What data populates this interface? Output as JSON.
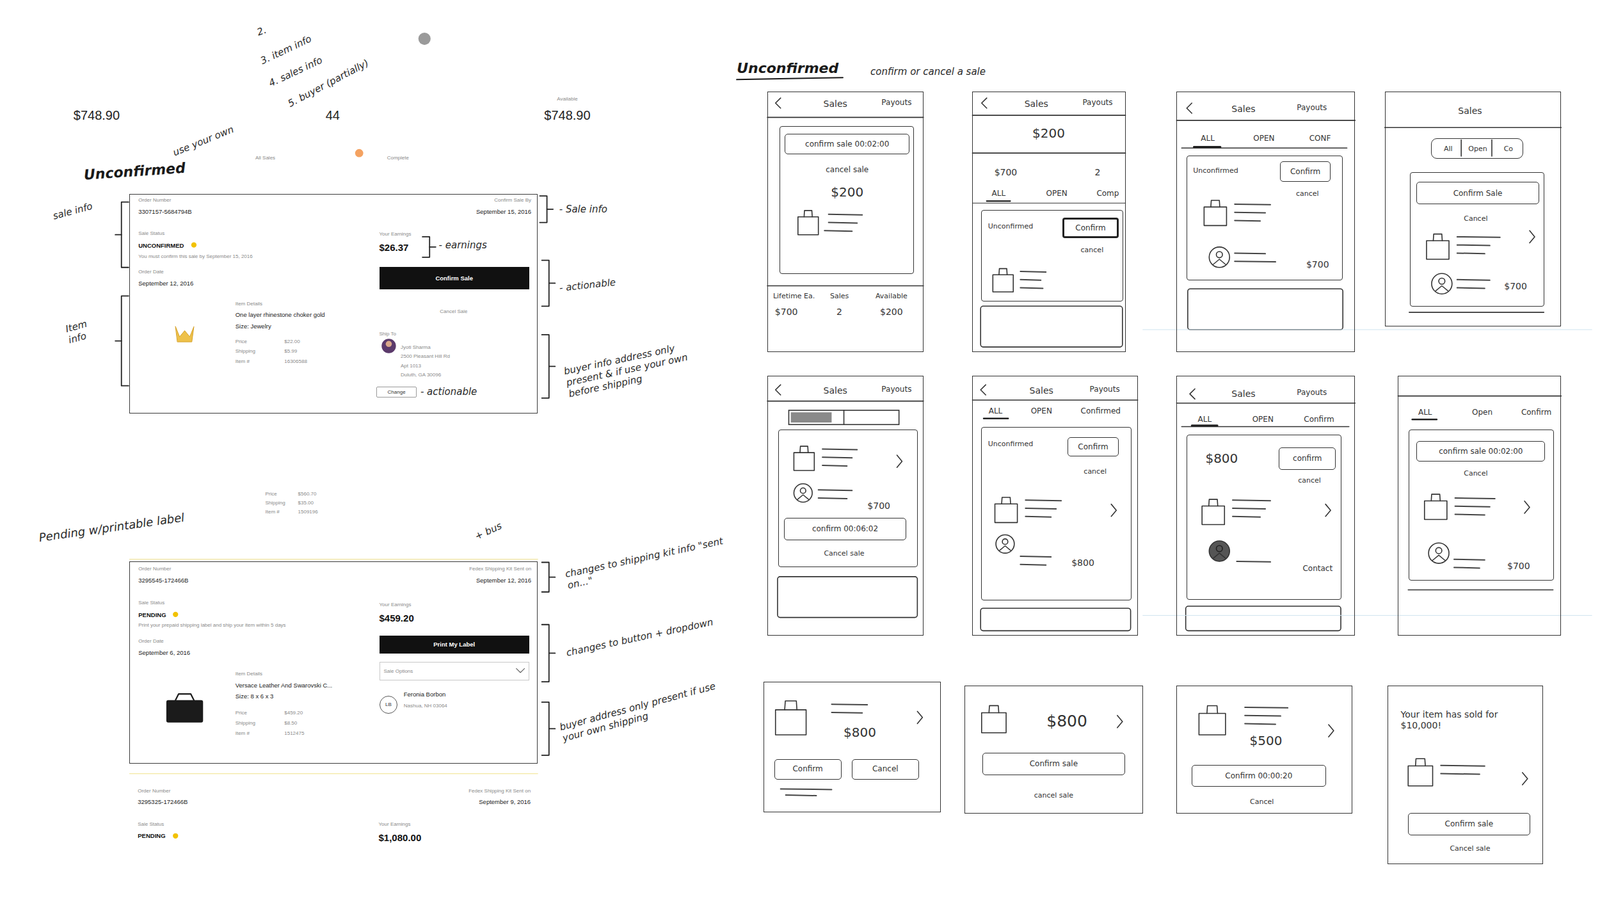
{
  "diagram": {
    "nodes": [
      {
        "text": [
          "Order Number",
          "3307157-5684794B",
          "Confirm Sale By",
          "September 15, 2016",
          "Sale Status",
          "UNCONFIRMED",
          "You must confirm this sale by September 15, 2016",
          "Order Date",
          "September 12, 2016",
          "Your Earnings",
          "$26.37",
          "Item Details",
          "One layer rhinestone choker gold",
          "Size: Jewelry",
          "Price",
          "$22.00",
          "Shipping",
          "$5.99",
          "Item #",
          "16306588",
          "Ship To",
          "Jyoti Sharma",
          "2500 Pleasant Hill Rd",
          "Apt 1013",
          "Duluth, GA 30096",
          "Cancel Sale"
        ]
      },
      {
        "text": [
          "Confirm Sale"
        ],
        "in": 0
      },
      {
        "text": [
          "Change"
        ],
        "in": 0
      },
      {
        "text": [
          "Order Number",
          "3295545-172466B",
          "Fedex Shipping Kit Sent on",
          "September 12, 2016",
          "Sale Status",
          "PENDING",
          "Print your prepaid shipping label and ship your item within 5 days",
          "Order Date",
          "September 6, 2016",
          "Your Earnings",
          "$459.20",
          "Item Details",
          "Versace Leather And Swarovski C...",
          "Size: 8 x 6 x 3",
          "Price",
          "$459.20",
          "Shipping",
          "$8.50",
          "Item #",
          "1512475",
          "Feronia Borbon",
          "Nashua, NH 03064"
        ]
      },
      {
        "text": [
          "Print My Label"
        ],
        "in": 3
      },
      {
        "text": [
          "Sale Options"
        ],
        "in": 3
      },
      {
        "text": [
          "LB"
        ],
        "in": 3
      },
      {
        "text": [
          "Sales",
          "Payouts",
          "Lifetime Ea.",
          "Sales",
          "Available",
          "$700",
          "2",
          "$200"
        ]
      },
      {
        "text": [
          "cancel sale",
          "$200"
        ],
        "in": 7
      },
      {
        "text": [
          "confirm sale 00:02:00"
        ],
        "in": 8
      },
      {
        "text": [
          "Sales",
          "Payouts",
          "$200",
          "$700",
          "2",
          "ALL",
          "OPEN",
          "Comp"
        ]
      },
      {
        "text": [
          "Unconfirmed",
          "cancel"
        ],
        "in": 10
      },
      {
        "text": [
          "Confirm"
        ],
        "in": 11
      },
      {
        "text": [
          "Sales",
          "Payouts",
          "ALL",
          "OPEN",
          "CONF"
        ]
      },
      {
        "text": [
          "Unconfirmed",
          "cancel",
          "$700"
        ],
        "in": 13
      },
      {
        "text": [
          "Confirm"
        ],
        "in": 14
      },
      {
        "text": [
          "Sales"
        ]
      },
      {
        "text": [
          "All",
          "Open",
          "Co"
        ],
        "in": 16
      },
      {
        "text": [
          "Cancel",
          "$700"
        ],
        "in": 16
      },
      {
        "text": [
          "Confirm Sale"
        ],
        "in": 18
      },
      {
        "text": [
          "Sales",
          "Payouts"
        ]
      },
      {
        "text": [
          "$700",
          "Cancel sale"
        ],
        "in": 20
      },
      {
        "text": [
          "confirm 00:06:02"
        ],
        "in": 21
      },
      {
        "text": [
          "Sales",
          "Payouts",
          "ALL",
          "OPEN",
          "Confirmed"
        ]
      },
      {
        "text": [
          "Unconfirmed",
          "cancel",
          "$800"
        ],
        "in": 23
      },
      {
        "text": [
          "Confirm"
        ],
        "in": 24
      },
      {
        "text": [
          "Sales",
          "Payouts",
          "ALL",
          "OPEN",
          "Confirm"
        ]
      },
      {
        "text": [
          "$800",
          "cancel",
          "Contact"
        ],
        "in": 26
      },
      {
        "text": [
          "confirm"
        ],
        "in": 27
      },
      {
        "text": [
          "ALL",
          "Open",
          "Confirm"
        ]
      },
      {
        "text": [
          "Cancel",
          "$700"
        ],
        "in": 29
      },
      {
        "text": [
          "confirm sale 00:02:00"
        ],
        "in": 30
      },
      {
        "text": [
          "$800"
        ]
      },
      {
        "text": [
          "Confirm"
        ],
        "in": 32
      },
      {
        "text": [
          "Cancel"
        ],
        "in": 32
      },
      {
        "text": [
          "$800",
          "cancel sale"
        ]
      },
      {
        "text": [
          "Confirm sale"
        ],
        "in": 35
      },
      {
        "text": [
          "$500",
          "Cancel"
        ]
      },
      {
        "text": [
          "Confirm 00:00:20"
        ],
        "in": 37
      },
      {
        "text": [
          "Your item has sold for $10,000!",
          "Cancel sale"
        ]
      },
      {
        "text": [
          "Confirm sale"
        ],
        "in": 39
      }
    ],
    "labels": [
      "2.",
      "3. item info",
      "4. sales info",
      "5. buyer (partially)",
      "$748.90",
      "44",
      "Available",
      "$748.90",
      "use your own",
      "All Sales",
      "Complete",
      "Unconfirmed",
      "sale info",
      "Item info",
      "- Sale info",
      "- earnings",
      "- actionable",
      "- actionable",
      "buyer info address only present & if use your own before shipping",
      "Price",
      "$560.70",
      "Shipping",
      "$35.00",
      "Item #",
      "1509196",
      "Pending w/printable label",
      "+ bus",
      "changes to shipping kit info \"sent on...\"",
      "changes to button + dropdown",
      "buyer address only present if use your own shipping",
      "Order Number",
      "3295325-172466B",
      "Fedex Shipping Kit Sent on",
      "September 9, 2016",
      "Sale Status",
      "PENDING",
      "Your Earnings",
      "$1,080.00",
      "Unconfirmed",
      "confirm or cancel a sale"
    ]
  }
}
